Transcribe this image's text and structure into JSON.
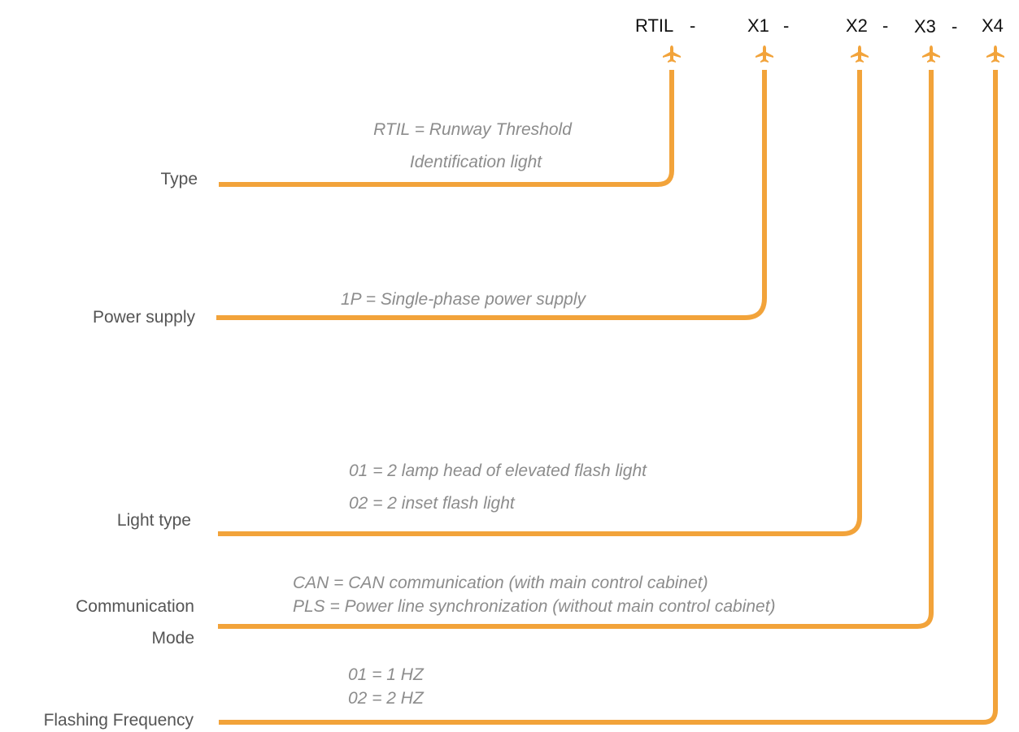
{
  "accent_color": "#f2a33a",
  "code_parts": [
    {
      "label": "RTIL",
      "sep": "-"
    },
    {
      "label": "X1",
      "sep": "-"
    },
    {
      "label": "X2",
      "sep": "-"
    },
    {
      "label": "X3",
      "sep": "-"
    },
    {
      "label": "X4",
      "sep": ""
    }
  ],
  "marker_icon": "airplane-icon",
  "fields": [
    {
      "name": "Type",
      "descriptions": [
        "RTIL = Runway Threshold",
        "Identification light"
      ]
    },
    {
      "name": "Power supply",
      "descriptions": [
        "1P = Single-phase power supply"
      ]
    },
    {
      "name": "Light type",
      "descriptions": [
        "01 = 2 lamp head of elevated flash light",
        "02 = 2 inset flash light"
      ]
    },
    {
      "name_lines": [
        "Communication",
        "Mode"
      ],
      "descriptions": [
        "CAN = CAN communication (with main control cabinet)",
        "PLS = Power line synchronization (without main control cabinet)"
      ]
    },
    {
      "name": "Flashing Frequency",
      "descriptions": [
        "01 = 1 HZ",
        "02 = 2 HZ"
      ]
    }
  ]
}
